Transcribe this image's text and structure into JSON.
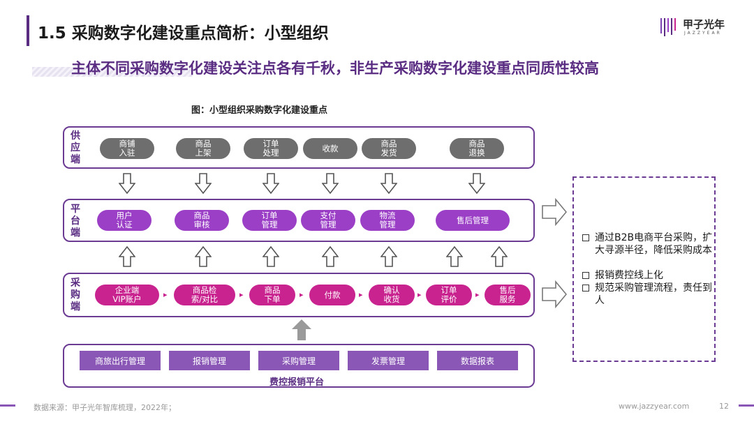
{
  "header": {
    "title": "1.5 采购数字化建设重点简析：小型组织",
    "subtitle": "主体不同采购数字化建设关注点各有千秋，非生产采购数字化建设重点同质性较高"
  },
  "logo": {
    "name": "甲子光年",
    "sub": "JAZZYEAR"
  },
  "diagram": {
    "title": "图：小型组织采购数字化建设重点",
    "supply": {
      "label": "供应端",
      "items": [
        "商铺\n入驻",
        "商品\n上架",
        "订单\n处理",
        "收款",
        "商品\n发货",
        "商品\n退换"
      ]
    },
    "platform": {
      "label": "平台端",
      "items": [
        "用户\n认证",
        "商品\n审核",
        "订单\n管理",
        "支付\n管理",
        "物流\n管理",
        "售后管理"
      ]
    },
    "purchase": {
      "label": "采购端",
      "items": [
        "企业端\nVIP账户",
        "商品检\n索/对比",
        "商品\n下单",
        "付款",
        "确认\n收货",
        "订单\n评价",
        "售后\n服务"
      ]
    },
    "fee_platform": {
      "label": "费控报销平台",
      "items": [
        "商旅出行管理",
        "报销管理",
        "采购管理",
        "发票管理",
        "数据报表"
      ]
    },
    "side_notes": [
      "通过B2B电商平台采购，扩大寻源半径，降低采购成本",
      "报销费控线上化",
      "规范采购管理流程，责任到人"
    ]
  },
  "footer": {
    "source": "数据来源：甲子光年智库梳理，2022年；",
    "url": "www.jazzyear.com",
    "page": "12"
  },
  "colors": {
    "brand": "#5a2d82",
    "gray_pill": "#6e6e6e",
    "purple_pill": "#9b3fc7",
    "magenta_pill": "#c8238f",
    "fee_box": "#8a57b6"
  }
}
